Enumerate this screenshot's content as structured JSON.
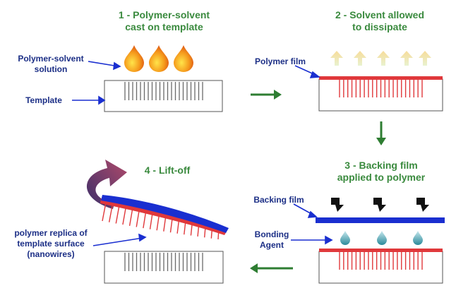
{
  "steps": {
    "s1_line1": "1 - Polymer-solvent",
    "s1_line2": "cast on template",
    "s2_line1": "2 - Solvent allowed",
    "s2_line2": "to dissipate",
    "s3_line1": "3 - Backing film",
    "s3_line2": "applied to polymer",
    "s4": "4 - Lift-off"
  },
  "labels": {
    "polymer_solvent_1": "Polymer-solvent",
    "polymer_solvent_2": "solution",
    "template": "Template",
    "polymer_film": "Polymer film",
    "backing_film": "Backing film",
    "bonding_1": "Bonding",
    "bonding_2": "Agent",
    "replica_1": "polymer replica of",
    "replica_2": "template surface",
    "replica_3": "(nanowires)"
  },
  "colors": {
    "step_text": "#3a8a3e",
    "label_text": "#1c2f86",
    "polymer": "#e0383b",
    "backing": "#1a2fd0",
    "flow_arrow": "#2e7d32",
    "vapor_arrow": "#f5e6a0",
    "droplet": "#f08a1a"
  }
}
